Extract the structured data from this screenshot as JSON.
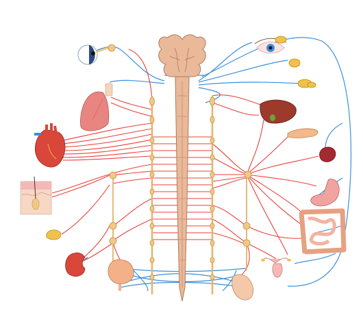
{
  "colors": {
    "background": "#ffffff",
    "sympathetic_nerve": "#e8403a",
    "parasympathetic_nerve": "#3b8fd9",
    "spinal_cord": "#e9b99a",
    "spinal_cord_outline": "#b07a5c",
    "ganglion_chain": "#f0c987",
    "ganglion_outline": "#c8913e",
    "organ_red": "#d9463a",
    "organ_pink": "#f1a3a0",
    "organ_liver": "#9c3a2c"
  },
  "labels": [],
  "structures": {
    "central": [
      "brain-stem",
      "spinal-cord"
    ],
    "chains": [
      "left-sympathetic-chain",
      "right-sympathetic-chain",
      "left-inner-chain",
      "right-inner-chain"
    ],
    "left_organs": [
      "eye-icon",
      "lung-icon",
      "heart-icon",
      "skin-icon",
      "adrenal-icon",
      "kidney-icon",
      "bladder-icon"
    ],
    "right_organs": [
      "eye-face-icon",
      "salivary-gland-icon",
      "liver-icon",
      "pancreas-icon",
      "spleen-icon",
      "stomach-icon",
      "intestine-icon",
      "uterus-icon",
      "colon-segment-icon"
    ]
  }
}
